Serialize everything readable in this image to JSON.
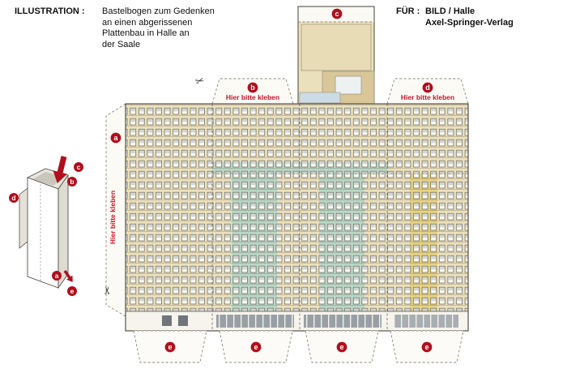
{
  "header": {
    "illustration_label": "ILLUSTRATION :",
    "description": "Bastelbogen zum Gedenken\nan einen abgerissenen\nPlattenbau in Halle an\nder Saale",
    "for_label": "FÜR :",
    "client": "BILD / Halle",
    "publisher": "Axel-Springer-Verlag"
  },
  "labels": {
    "glue": "Hier bitte kleben"
  },
  "markers": {
    "a": "a",
    "b": "b",
    "c": "c",
    "d": "d",
    "e": "e"
  },
  "icons": {
    "scissors": "✂"
  },
  "colors": {
    "cream": "#ebe0bc",
    "tan": "#d9c79a",
    "teal": "#b9d6c5",
    "yellow": "#e5d284",
    "sky": "#ccdbe6",
    "marker_red": "#b00f1d",
    "text_red": "#cf1126",
    "outline": "#47443c"
  }
}
